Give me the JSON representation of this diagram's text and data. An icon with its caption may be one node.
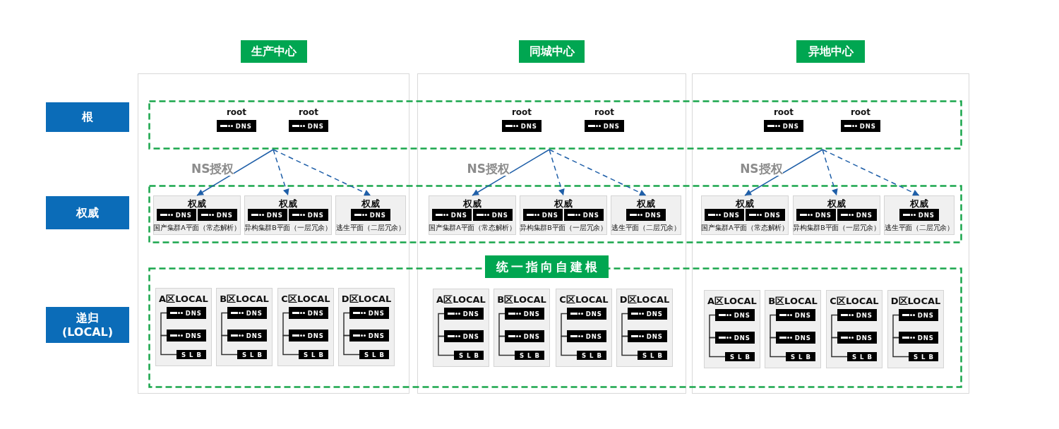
{
  "diagram": {
    "nodes": [
      {
        "text": [
          "生产中心"
        ]
      },
      {
        "text": [
          "同城中心"
        ]
      },
      {
        "text": [
          "异地中心"
        ]
      },
      {
        "text": [
          "根"
        ]
      },
      {
        "text": [],
        "shape": "box"
      },
      {
        "text": [
          "root",
          "DNS"
        ],
        "in": 4
      },
      {
        "text": [
          "root",
          "DNS"
        ],
        "in": 4
      },
      {
        "text": [
          "root",
          "DNS"
        ],
        "in": 4
      },
      {
        "text": [
          "root",
          "DNS"
        ],
        "in": 4
      },
      {
        "text": [
          "root",
          "DNS"
        ],
        "in": 4
      },
      {
        "text": [
          "root",
          "DNS"
        ],
        "in": 4
      },
      {
        "text": [
          "权威"
        ]
      },
      {
        "text": [],
        "shape": "box"
      },
      {
        "text": [
          "权威",
          "国产集群A平面（常态解析）"
        ],
        "in": 12
      },
      {
        "text": [
          "DNS"
        ],
        "in": 13
      },
      {
        "text": [
          "DNS"
        ],
        "in": 13
      },
      {
        "text": [
          "权威",
          "异构集群B平面（一层冗余）"
        ],
        "in": 12
      },
      {
        "text": [
          "DNS"
        ],
        "in": 16
      },
      {
        "text": [
          "DNS"
        ],
        "in": 16
      },
      {
        "text": [
          "权威",
          "逃生平面（二层冗余）"
        ],
        "in": 12
      },
      {
        "text": [
          "DNS"
        ],
        "in": 19
      },
      {
        "text": [
          "权威",
          "国产集群A平面（常态解析）"
        ],
        "in": 12
      },
      {
        "text": [
          "DNS"
        ],
        "in": 21
      },
      {
        "text": [
          "DNS"
        ],
        "in": 21
      },
      {
        "text": [
          "权威",
          "异构集群B平面（一层冗余）"
        ],
        "in": 12
      },
      {
        "text": [
          "DNS"
        ],
        "in": 24
      },
      {
        "text": [
          "DNS"
        ],
        "in": 24
      },
      {
        "text": [
          "权威",
          "逃生平面（二层冗余）"
        ],
        "in": 12
      },
      {
        "text": [
          "DNS"
        ],
        "in": 27
      },
      {
        "text": [
          "权威",
          "国产集群A平面（常态解析）"
        ],
        "in": 12
      },
      {
        "text": [
          "DNS"
        ],
        "in": 29
      },
      {
        "text": [
          "DNS"
        ],
        "in": 29
      },
      {
        "text": [
          "权威",
          "异构集群B平面（一层冗余）"
        ],
        "in": 12
      },
      {
        "text": [
          "DNS"
        ],
        "in": 32
      },
      {
        "text": [
          "DNS"
        ],
        "in": 32
      },
      {
        "text": [
          "权威",
          "逃生平面（二层冗余）"
        ],
        "in": 12
      },
      {
        "text": [
          "DNS"
        ],
        "in": 35
      },
      {
        "text": [
          "统一指向自建根"
        ]
      },
      {
        "text": [],
        "shape": "box"
      },
      {
        "text": [
          "递归 (LOCAL)"
        ]
      },
      {
        "text": [
          "A区LOCAL"
        ],
        "in": 38
      },
      {
        "text": [
          "DNS"
        ],
        "in": 40
      },
      {
        "text": [
          "DNS"
        ],
        "in": 40
      },
      {
        "text": [
          "SLB"
        ],
        "in": 40
      },
      {
        "text": [
          "B区LOCAL"
        ],
        "in": 38
      },
      {
        "text": [
          "DNS"
        ],
        "in": 44
      },
      {
        "text": [
          "DNS"
        ],
        "in": 44
      },
      {
        "text": [
          "SLB"
        ],
        "in": 44
      },
      {
        "text": [
          "C区LOCAL"
        ],
        "in": 38
      },
      {
        "text": [
          "DNS"
        ],
        "in": 48
      },
      {
        "text": [
          "DNS"
        ],
        "in": 48
      },
      {
        "text": [
          "SLB"
        ],
        "in": 48
      },
      {
        "text": [
          "D区LOCAL"
        ],
        "in": 38
      },
      {
        "text": [
          "DNS"
        ],
        "in": 52
      },
      {
        "text": [
          "DNS"
        ],
        "in": 52
      },
      {
        "text": [
          "SLB"
        ],
        "in": 52
      },
      {
        "text": [
          "A区LOCAL"
        ],
        "in": 38
      },
      {
        "text": [
          "DNS"
        ],
        "in": 56
      },
      {
        "text": [
          "DNS"
        ],
        "in": 56
      },
      {
        "text": [
          "SLB"
        ],
        "in": 56
      },
      {
        "text": [
          "B区LOCAL"
        ],
        "in": 38
      },
      {
        "text": [
          "DNS"
        ],
        "in": 60
      },
      {
        "text": [
          "DNS"
        ],
        "in": 60
      },
      {
        "text": [
          "SLB"
        ],
        "in": 60
      },
      {
        "text": [
          "C区LOCAL"
        ],
        "in": 38
      },
      {
        "text": [
          "DNS"
        ],
        "in": 64
      },
      {
        "text": [
          "DNS"
        ],
        "in": 64
      },
      {
        "text": [
          "SLB"
        ],
        "in": 64
      },
      {
        "text": [
          "D区LOCAL"
        ],
        "in": 38
      },
      {
        "text": [
          "DNS"
        ],
        "in": 68
      },
      {
        "text": [
          "DNS"
        ],
        "in": 68
      },
      {
        "text": [
          "SLB"
        ],
        "in": 68
      },
      {
        "text": [
          "A区LOCAL"
        ],
        "in": 38
      },
      {
        "text": [
          "DNS"
        ],
        "in": 72
      },
      {
        "text": [
          "DNS"
        ],
        "in": 72
      },
      {
        "text": [
          "SLB"
        ],
        "in": 72
      },
      {
        "text": [
          "B区LOCAL"
        ],
        "in": 38
      },
      {
        "text": [
          "DNS"
        ],
        "in": 76
      },
      {
        "text": [
          "DNS"
        ],
        "in": 76
      },
      {
        "text": [
          "SLB"
        ],
        "in": 76
      },
      {
        "text": [
          "C区LOCAL"
        ],
        "in": 38
      },
      {
        "text": [
          "DNS"
        ],
        "in": 80
      },
      {
        "text": [
          "DNS"
        ],
        "in": 80
      },
      {
        "text": [
          "SLB"
        ],
        "in": 80
      },
      {
        "text": [
          "D区LOCAL"
        ],
        "in": 38
      },
      {
        "text": [
          "DNS"
        ],
        "in": 84
      },
      {
        "text": [
          "DNS"
        ],
        "in": 84
      },
      {
        "text": [
          "SLB"
        ],
        "in": 84
      }
    ],
    "edges": [
      {
        "from": 4,
        "to": 13,
        "arrow": "to",
        "label": "NS授权",
        "color": "#1f5fa8"
      },
      {
        "from": 4,
        "to": 16,
        "arrow": "to",
        "style": "dashed",
        "color": "#1f5fa8"
      },
      {
        "from": 4,
        "to": 19,
        "arrow": "to",
        "style": "dashed",
        "color": "#1f5fa8"
      },
      {
        "from": 4,
        "to": 21,
        "arrow": "to",
        "label": "NS授权",
        "color": "#1f5fa8"
      },
      {
        "from": 4,
        "to": 24,
        "arrow": "to",
        "style": "dashed",
        "color": "#1f5fa8"
      },
      {
        "from": 4,
        "to": 27,
        "arrow": "to",
        "style": "dashed",
        "color": "#1f5fa8"
      },
      {
        "from": 4,
        "to": 29,
        "arrow": "to",
        "label": "NS授权",
        "color": "#1f5fa8"
      },
      {
        "from": 4,
        "to": 32,
        "arrow": "to",
        "style": "dashed",
        "color": "#1f5fa8"
      },
      {
        "from": 4,
        "to": 35,
        "arrow": "to",
        "style": "dashed",
        "color": "#1f5fa8"
      },
      {
        "from": 41,
        "to": 42,
        "arrow": "none"
      },
      {
        "from": 42,
        "to": 43,
        "arrow": "none"
      },
      {
        "from": 45,
        "to": 46,
        "arrow": "none"
      },
      {
        "from": 46,
        "to": 47,
        "arrow": "none"
      },
      {
        "from": 49,
        "to": 50,
        "arrow": "none"
      },
      {
        "from": 50,
        "to": 51,
        "arrow": "none"
      },
      {
        "from": 53,
        "to": 54,
        "arrow": "none"
      },
      {
        "from": 54,
        "to": 55,
        "arrow": "none"
      },
      {
        "from": 57,
        "to": 58,
        "arrow": "none"
      },
      {
        "from": 58,
        "to": 59,
        "arrow": "none"
      },
      {
        "from": 61,
        "to": 62,
        "arrow": "none"
      },
      {
        "from": 62,
        "to": 63,
        "arrow": "none"
      },
      {
        "from": 65,
        "to": 66,
        "arrow": "none"
      },
      {
        "from": 66,
        "to": 67,
        "arrow": "none"
      },
      {
        "from": 69,
        "to": 70,
        "arrow": "none"
      },
      {
        "from": 70,
        "to": 71,
        "arrow": "none"
      },
      {
        "from": 73,
        "to": 74,
        "arrow": "none"
      },
      {
        "from": 74,
        "to": 75,
        "arrow": "none"
      },
      {
        "from": 77,
        "to": 78,
        "arrow": "none"
      },
      {
        "from": 78,
        "to": 79,
        "arrow": "none"
      },
      {
        "from": 81,
        "to": 82,
        "arrow": "none"
      },
      {
        "from": 82,
        "to": 83,
        "arrow": "none"
      },
      {
        "from": 85,
        "to": 86,
        "arrow": "none"
      },
      {
        "from": 86,
        "to": 87,
        "arrow": "none"
      }
    ]
  }
}
